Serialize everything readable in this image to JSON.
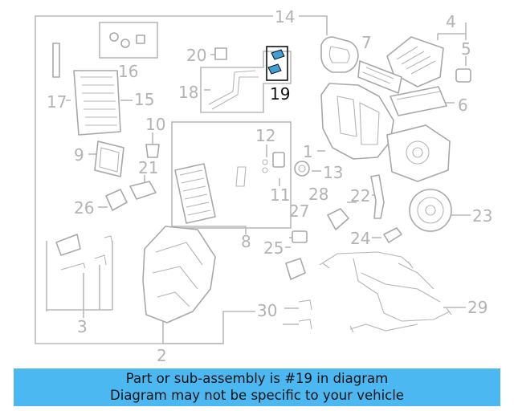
{
  "callouts": {
    "c1": "1",
    "c2": "2",
    "c3": "3",
    "c4": "4",
    "c5": "5",
    "c6": "6",
    "c7": "7",
    "c8": "8",
    "c9": "9",
    "c10": "10",
    "c11": "11",
    "c12": "12",
    "c13": "13",
    "c14": "14",
    "c15": "15",
    "c16": "16",
    "c17": "17",
    "c18": "18",
    "c19": "19",
    "c20": "20",
    "c21": "21",
    "c22": "22",
    "c23": "23",
    "c24": "24",
    "c25": "25",
    "c26": "26",
    "c27": "27",
    "c28": "28",
    "c29": "29",
    "c30": "30"
  },
  "highlight_part": "19",
  "colors": {
    "highlight_part": "#3f9fd8",
    "banner_bg": "#4cb8f2",
    "line": "#b9b9b9"
  },
  "banner": {
    "line1": "Part or sub-assembly is #19 in diagram",
    "line2": "Diagram may not be specific to your vehicle"
  }
}
